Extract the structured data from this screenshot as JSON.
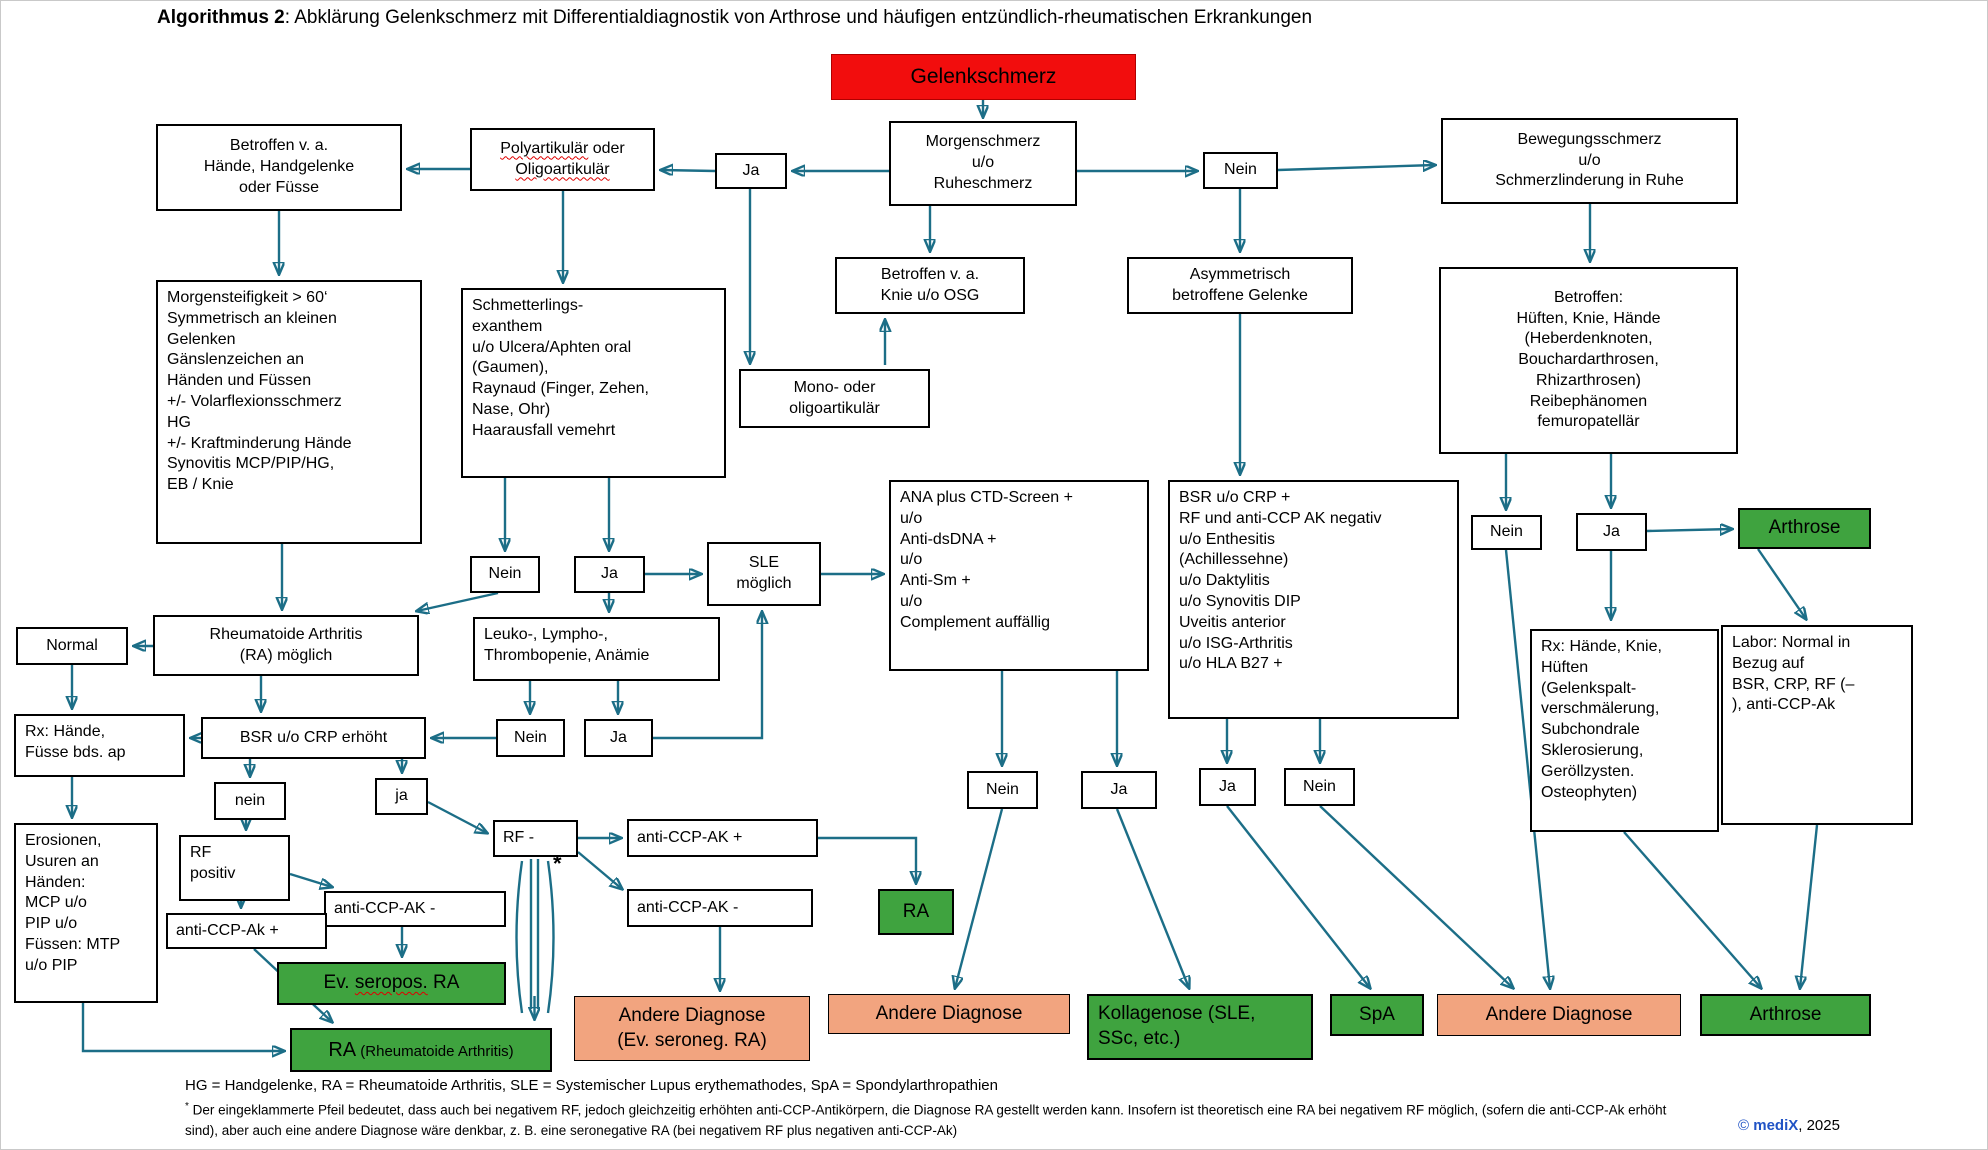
{
  "title": {
    "bold": "Algorithmus 2",
    "rest": ": Abklärung Gelenkschmerz mit Differentialdiagnostik von Arthrose und häufigen entzündlich-rheumatischen Erkrankungen"
  },
  "colors": {
    "arrow": "#1c6e87",
    "terminal_red": "#f20d0d",
    "terminal_green": "#3fa33f",
    "terminal_salmon": "#f2a47f",
    "brand_blue": "#2053c5",
    "spellcheck_underline": "#e00000"
  },
  "nodes": {
    "gelenkschmerz": "Gelenkschmerz",
    "morgenschmerz": "Morgenschmerz\nu/o\nRuheschmerz",
    "ja1": "Ja",
    "nein1": "Nein",
    "poly": {
      "p1": "Polyartikulär",
      "p2": " oder",
      "p3": "Oligoartikulär"
    },
    "betroffen_haende": "Betroffen v. a.\nHände, Handgelenke\noder Füsse",
    "bewegungsschmerz": "Bewegungsschmerz\nu/o\nSchmerzlinderung in Ruhe",
    "betroffen_knie": "Betroffen v. a.\nKnie u/o OSG",
    "asymmetrisch": "Asymmetrisch\nbetroffene Gelenke",
    "betroffen_hueften": "Betroffen:\nHüften, Knie, Hände\n(Heberdenknoten,\nBouchardarthrosen,\nRhizarthrosen)\nReibephänomen\nfemuropatellär",
    "morgensteifigkeit": "Morgensteifigkeit > 60‘\nSymmetrisch an kleinen\nGelenken\nGänslenzeichen an\nHänden und Füssen\n+/- Volarflexionsschmerz\nHG\n+/- Kraftminderung Hände\nSynovitis MCP/PIP/HG,\nEB / Knie",
    "schmetterling": "Schmetterlings-\nexanthem\nu/o Ulcera/Aphten oral\n(Gaumen),\nRaynaud (Finger, Zehen,\nNase, Ohr)\nHaarausfall vemehrt",
    "mono": "Mono- oder\noligoartikulär",
    "ana": "ANA plus CTD-Screen +\nu/o\nAnti-dsDNA +\nu/o\nAnti-Sm +\nu/o\nComplement auffällig",
    "bsr_plus": "BSR u/o CRP +\nRF und anti-CCP AK negativ\nu/o Enthesitis\n(Achillessehne)\nu/o Daktylitis\nu/o Synovitis DIP\nUveitis anterior\nu/o ISG-Arthritis\nu/o HLA B27 +",
    "nein2": "Nein",
    "ja2": "Ja",
    "arthrose_top": "Arthrose",
    "nein3": "Nein",
    "ja3": "Ja",
    "sle": "SLE\nmöglich",
    "normal": "Normal",
    "ra_moeglich": "Rheumatoide Arthritis\n(RA) möglich",
    "leuko": "Leuko-, Lympho-,\nThrombopenie, Anämie",
    "rx_haende": "Rx: Hände,\nFüsse bds. ap",
    "bsr_erhoeht": "BSR u/o CRP erhöht",
    "nein4": "Nein",
    "ja4": "Ja",
    "nein_lc": "nein",
    "ja_lc": "ja",
    "erosionen": "Erosionen,\nUsuren an\nHänden:\nMCP u/o\nPIP u/o\nFüssen: MTP\nu/o PIP",
    "rf_positiv": "RF\npositiv",
    "rf_minus": "RF -",
    "accp_plus_top": "anti-CCP-AK +",
    "accp_minus_a": "anti-CCP-AK -",
    "accp_plus_b": "anti-CCP-Ak +",
    "accp_minus_c": "anti-CCP-AK -",
    "ra_small": "RA",
    "ev_seropos": {
      "p1": "Ev. ",
      "p2": "seropos.",
      "p3": " RA"
    },
    "rx_knie": "Rx: Hände, Knie,\nHüften\n(Gelenkspalt-\nverschmälerung,\nSubchondrale\nSklerosierung,\nGeröllzysten.\nOsteophyten)",
    "labor": "Labor: Normal in\nBezug auf\nBSR, CRP, RF (–\n), anti-CCP-Ak",
    "nein5": "Nein",
    "ja5": "Ja",
    "ja6": "Ja",
    "nein6": "Nein",
    "ra_final": {
      "main": "RA",
      "sub": " (Rheumatoide Arthritis)"
    },
    "ad1": "Andere Diagnose\n(Ev. seroneg. RA)",
    "ad2": "Andere Diagnose",
    "kollagenose": "Kollagenose (SLE,\nSSc, etc.)",
    "spa": "SpA",
    "ad3": "Andere Diagnose",
    "arthrose_bottom": "Arthrose",
    "footnote_marker": "*"
  },
  "footer": {
    "legend": "HG = Handgelenke, RA = Rheumatoide Arthritis, SLE = Systemischer Lupus erythemathodes, SpA = Spondylarthropathien",
    "footnote_star": "*",
    "footnote": "Der eingeklammerte Pfeil bedeutet, dass auch bei negativem RF, jedoch gleichzeitig erhöhten anti-CCP-Antikörpern, die Diagnose RA gestellt werden kann. Insofern ist theoretisch eine RA bei negativem RF möglich, (sofern die anti-CCP-Ak erhöht sind), aber auch eine andere Diagnose wäre denkbar, z. B. eine seronegative RA (bei negativem RF plus negativen anti-CCP-Ak)",
    "copyright_symbol": "©",
    "copyright_brand": "mediX",
    "copyright_year": ", 2025"
  }
}
